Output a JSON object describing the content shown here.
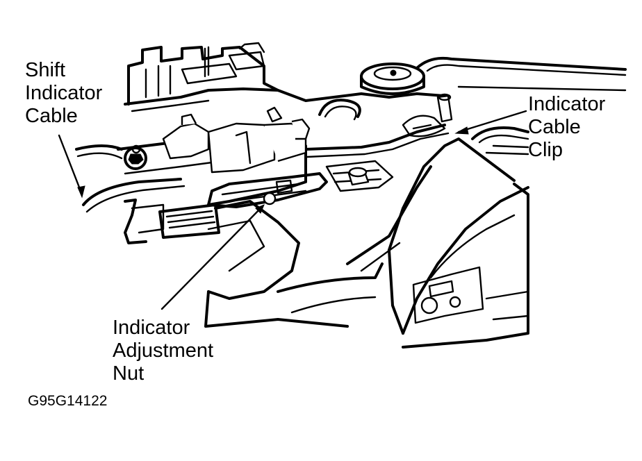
{
  "callouts": {
    "shift_indicator_cable": [
      "Shift",
      "Indicator",
      "Cable"
    ],
    "indicator_cable_clip": [
      "Indicator",
      "Cable",
      "Clip"
    ],
    "indicator_adjustment_nut": [
      "Indicator",
      "Adjustment",
      "Nut"
    ]
  },
  "figure_code": "G95G14122"
}
